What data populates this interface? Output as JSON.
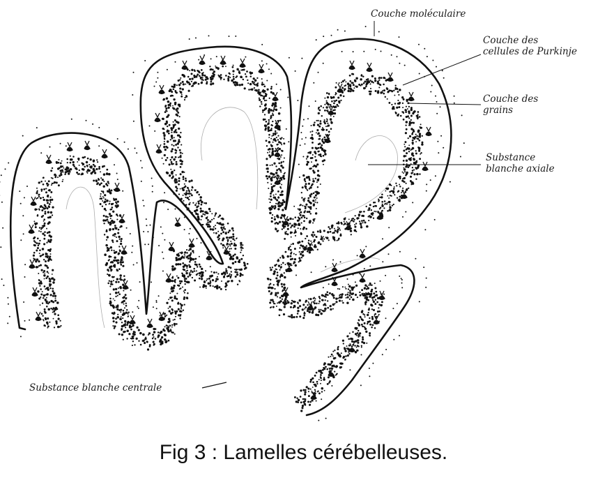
{
  "labels": {
    "molecular": "Couche moléculaire",
    "purkinje_1": "Couche des",
    "purkinje_2": "cellules de Purkinje",
    "grains_1": "Couche des",
    "grains_2": "grains",
    "axial_1": "Substance",
    "axial_2": "blanche axiale",
    "central": "Substance blanche centrale"
  },
  "caption": "Fig 3 : Lamelles cérébelleuses.",
  "colors": {
    "ink": "#111111",
    "background": "#ffffff"
  }
}
